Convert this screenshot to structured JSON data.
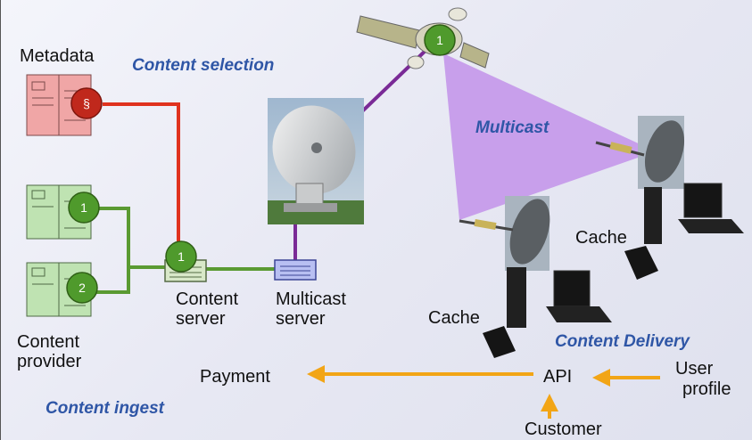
{
  "labels": {
    "metadata": "Metadata",
    "content_selection": "Content selection",
    "multicast": "Multicast",
    "content_server_line1": "Content",
    "content_server_line2": "server",
    "multicast_server_line1": "Multicast",
    "multicast_server_line2": "server",
    "content_provider_line1": "Content",
    "content_provider_line2": "provider",
    "cache_upper": "Cache",
    "cache_lower": "Cache",
    "content_delivery": "Content Delivery",
    "payment": "Payment",
    "api": "API",
    "user_profile_line1": "User",
    "user_profile_line2": "profile",
    "content_ingest": "Content ingest",
    "customer": "Customer"
  },
  "badges": {
    "metadata": "§",
    "provider_1": "1",
    "provider_2": "2",
    "server": "1",
    "satellite": "1"
  },
  "colors": {
    "red_link": "#e0321e",
    "green_link": "#5a9a32",
    "purple_link": "#7a2a96",
    "orange_arrow": "#f2a516",
    "multicast_beam": "#c497ea",
    "label_blue": "#2f56a6",
    "metadata_doc": "#f0a6a6",
    "provider_doc": "#bfe3b2",
    "badge_green": "#4f9a2c",
    "badge_red": "#c0281c"
  }
}
